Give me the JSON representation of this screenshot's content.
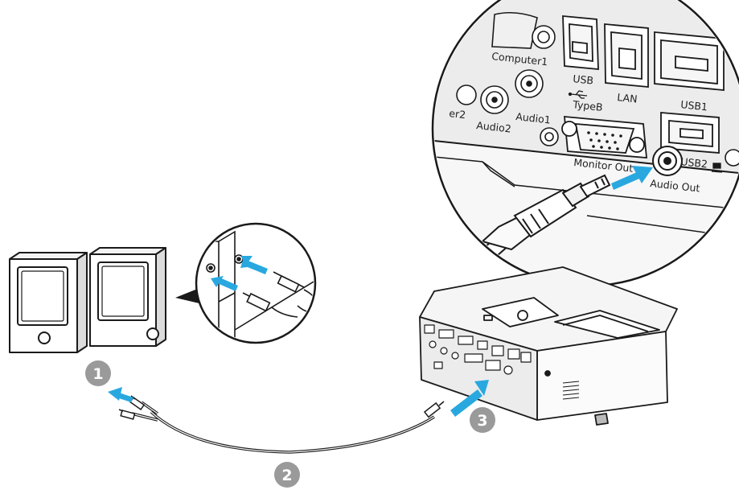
{
  "steps": [
    {
      "number": "1"
    },
    {
      "number": "2"
    },
    {
      "number": "3"
    }
  ],
  "port_labels": {
    "computer1": "Computer1",
    "computer2": "er2",
    "audio2": "Audio2",
    "audio1": "Audio1",
    "usb": "USB",
    "typeb": "TypeB",
    "lan": "LAN",
    "usb1": "USB1",
    "usb2": "USB2",
    "monitor_out": "Monitor Out",
    "audio_out": "Audio Out"
  },
  "colors": {
    "arrow": "#29a8e0",
    "badge": "#9a9a9a",
    "line": "#1a1a1a",
    "projector_body": "#f4f4f4",
    "panel": "#e6e6e6"
  },
  "icons": {
    "speakers": "speaker-pair-icon",
    "projector": "projector-icon",
    "cable": "stereo-mini-pin-cable-icon",
    "usb_symbol": "usb-trident-icon"
  }
}
